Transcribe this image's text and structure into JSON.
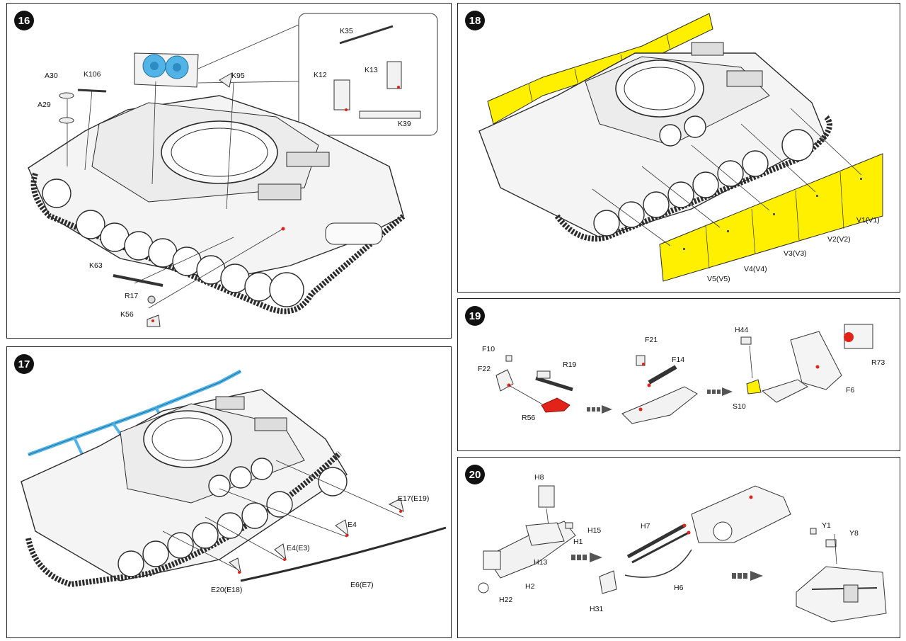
{
  "colors": {
    "ink": "#2b2b2b",
    "body_fill": "#f4f4f4",
    "highlight_yellow": "#fff000",
    "highlight_blue": "#52b4e6",
    "highlight_red": "#e2231a",
    "arrow_grey": "#555555"
  },
  "panels": [
    {
      "step": "16",
      "labels": [
        "A30",
        "K106",
        "A29",
        "K95",
        "K35",
        "K12",
        "K13",
        "K39",
        "K63",
        "R17",
        "K56"
      ]
    },
    {
      "step": "17",
      "labels": [
        "E17(E19)",
        "E4",
        "E4(E3)",
        "E20(E18)",
        "E6(E7)"
      ]
    },
    {
      "step": "18",
      "labels": [
        "V1(V1)",
        "V2(V2)",
        "V3(V3)",
        "V4(V4)",
        "V5(V5)"
      ]
    },
    {
      "step": "19",
      "labels": [
        "F10",
        "F22",
        "R19",
        "R56",
        "F21",
        "F14",
        "H44",
        "S10",
        "F6",
        "R73"
      ]
    },
    {
      "step": "20",
      "labels": [
        "H8",
        "H15",
        "H1",
        "H13",
        "H2",
        "H22",
        "H7",
        "H6",
        "H31",
        "Y1",
        "Y8"
      ]
    }
  ]
}
